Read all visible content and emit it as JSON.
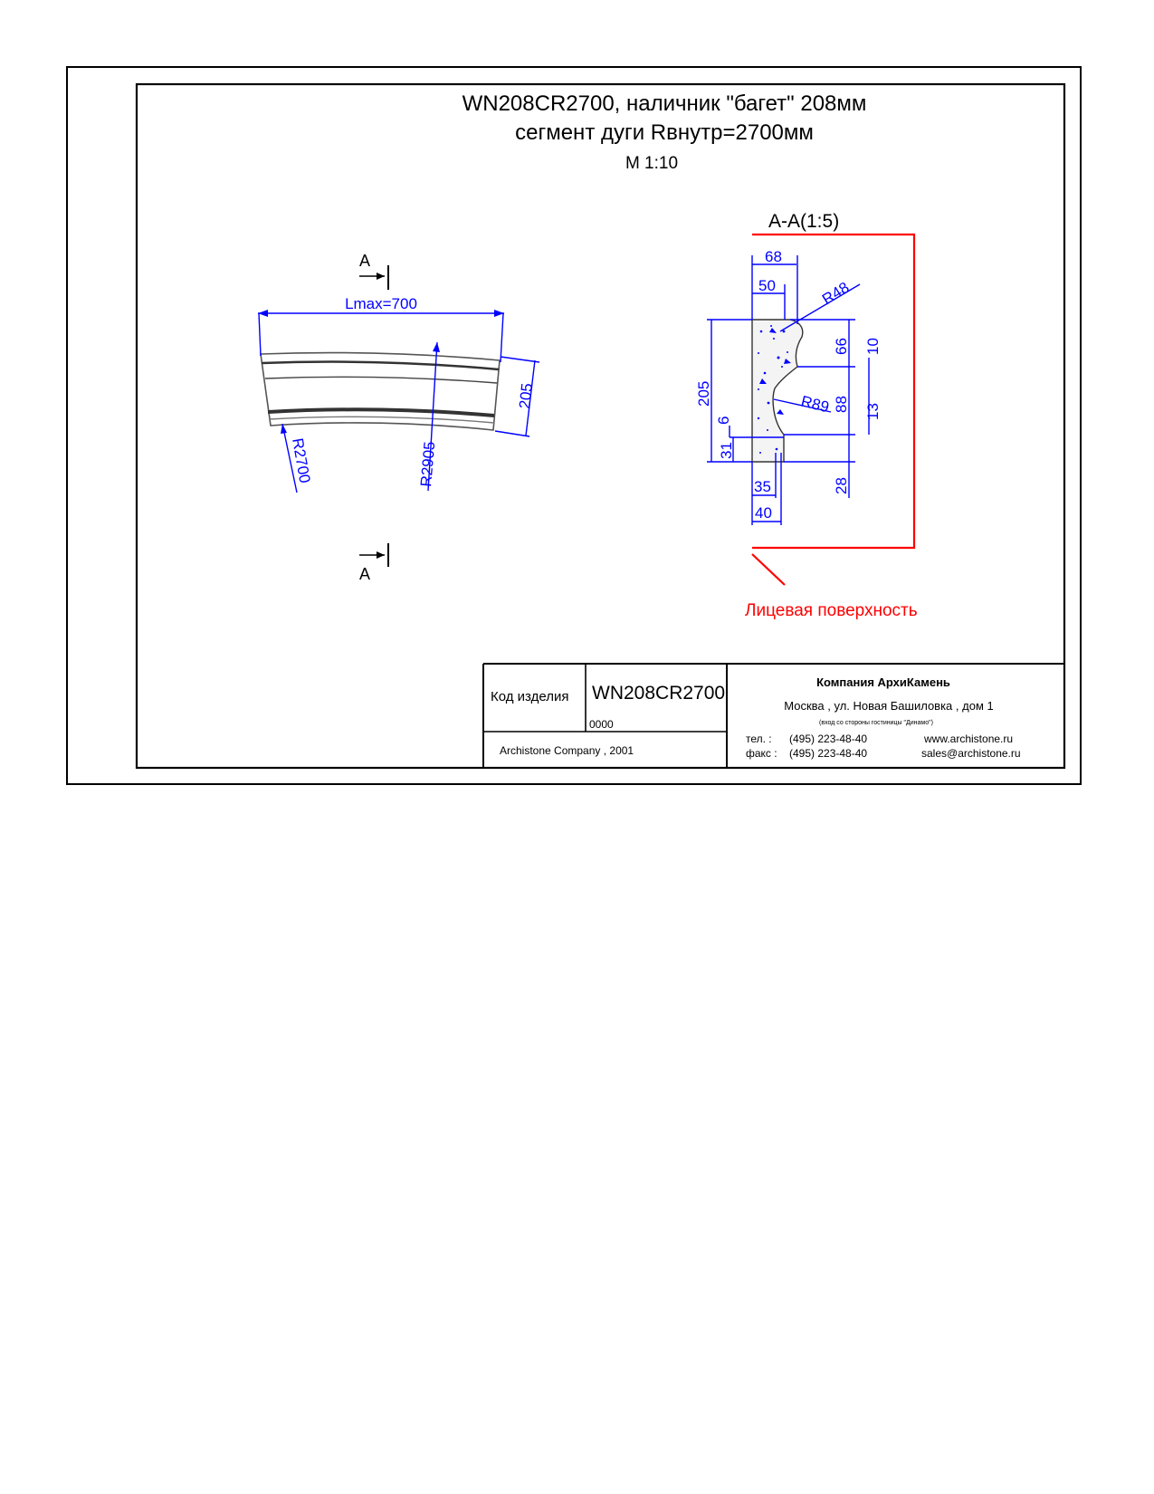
{
  "drawing": {
    "title_line1": "WN208CR2700, наличник \"багет\" 208мм",
    "title_line2": "сегмент дуги Rвнутр=2700мм",
    "scale": "М 1:10"
  },
  "elevation": {
    "section_mark": "А",
    "length_label": "Lmax=700",
    "height_label": "205",
    "inner_radius": "R2700",
    "outer_radius": "R2905"
  },
  "section": {
    "label": "А-А(1:5)",
    "dims": {
      "width_top": "68",
      "width_inner": "50",
      "radius_top": "R48",
      "height_total": "205",
      "h66": "66",
      "h10": "10",
      "radius_mid": "R89",
      "h88": "88",
      "h13": "13",
      "h6": "6",
      "h31": "31",
      "h28": "28",
      "w35": "35",
      "w40": "40"
    },
    "face_label": "Лицевая поверхность"
  },
  "title_block": {
    "code_label": "Код изделия",
    "code_value": "WN208CR2700",
    "sub_code": "0000",
    "copyright": "Archistone  Company ,  2001",
    "company": "Компания  АрхиКамень",
    "address": "Москва , ул. Новая Башиловка , дом 1",
    "address_note": "(вход со стороны гостиницы \"Динамо\")",
    "phone_label": "тел.   :",
    "phone": "(495) 223-48-40",
    "fax_label": "факс :",
    "fax": "(495) 223-48-40",
    "website": "www.archistone.ru",
    "email": "sales@archistone.ru"
  },
  "colors": {
    "dimension": "#0000ff",
    "face_marker": "#ff0000",
    "outline": "#000000"
  }
}
